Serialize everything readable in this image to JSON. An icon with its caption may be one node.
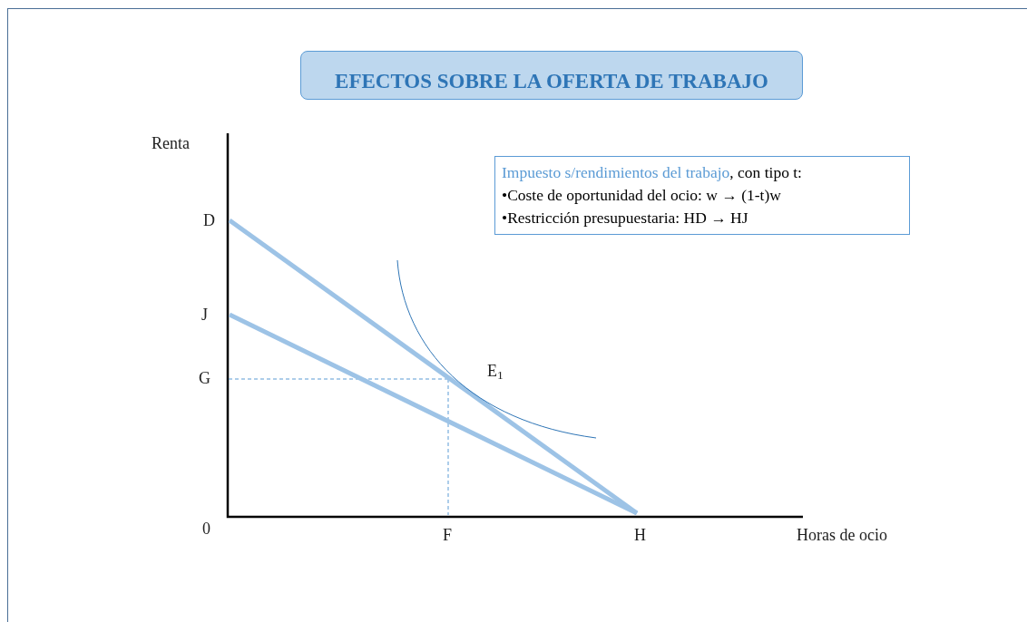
{
  "diagram": {
    "title": "EFECTOS SOBRE LA OFERTA DE TRABAJO",
    "nodes": [
      {
        "text": [
          "Impuesto s/rendimientos del trabajo",
          ", con tipo t:",
          "•Coste de oportunidad del ocio: w → (1-t)w",
          "•Restricción presupuestaria: HD → HJ"
        ]
      }
    ],
    "labels": [
      "Renta",
      "D",
      "J",
      "G",
      "E$_{1}$",
      "0",
      "F",
      "H",
      "Horas de ocio"
    ]
  }
}
